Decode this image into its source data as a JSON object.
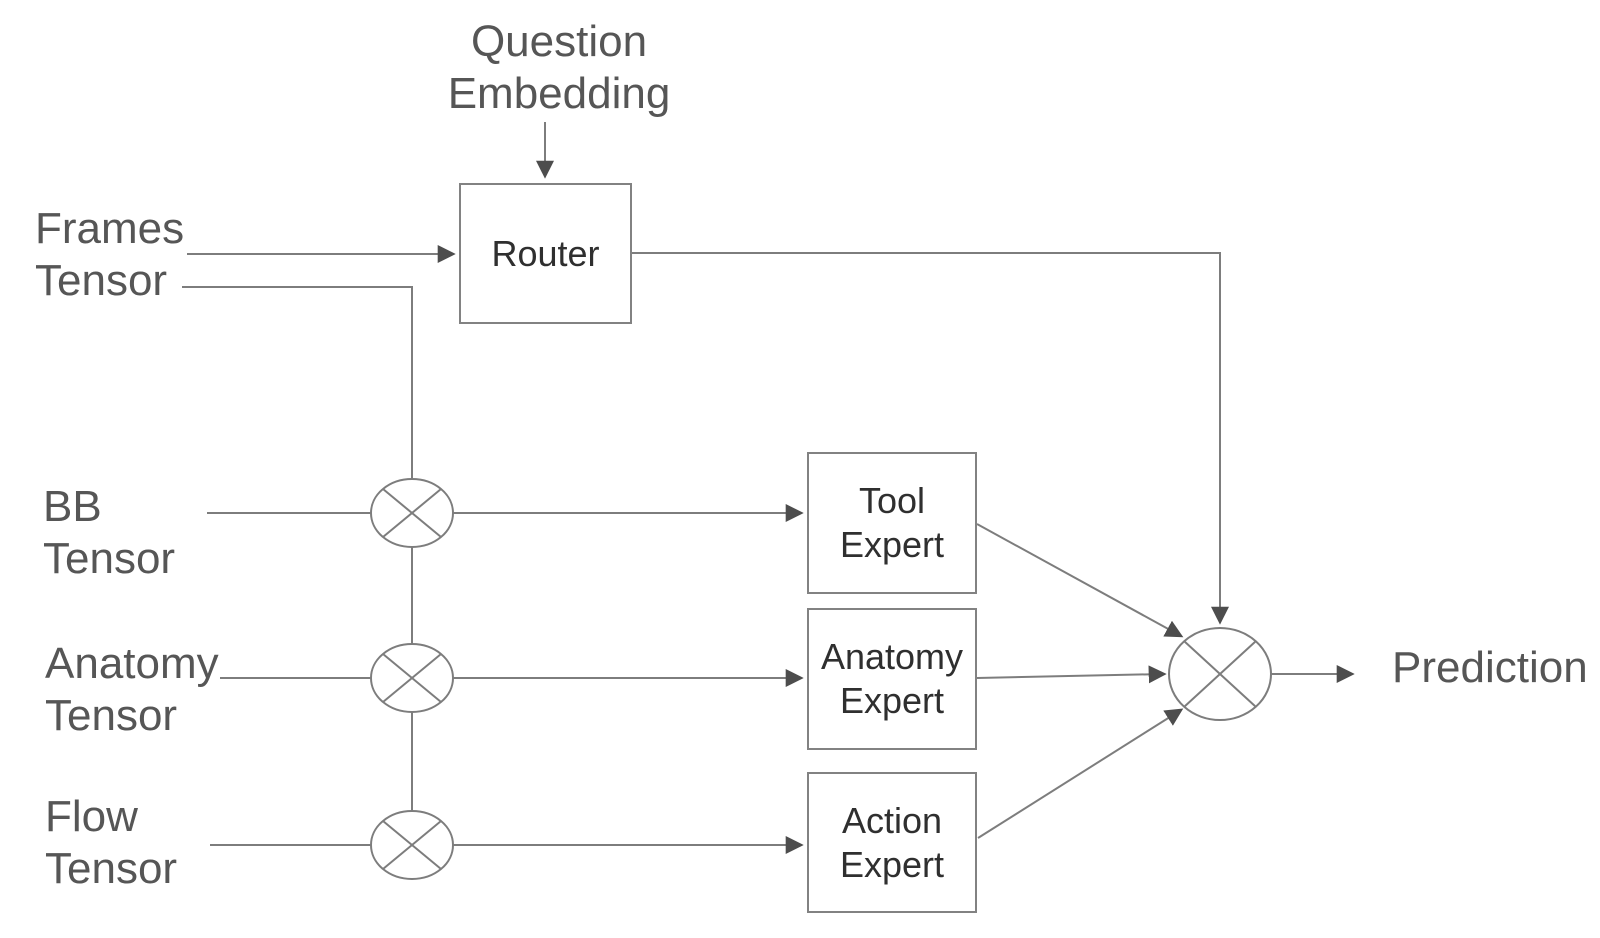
{
  "diagram": {
    "background": "#ffffff",
    "line_color": "#7d7d7d",
    "arrow_color": "#4d4d4d",
    "box_border_color": "#828282",
    "box_text_color": "#2f2f2f",
    "label_text_color": "#565656",
    "labels": {
      "question_embedding": "Question\nEmbedding",
      "frames_tensor": "Frames\nTensor",
      "bb_tensor": "BB\nTensor",
      "anatomy_tensor": "Anatomy\nTensor",
      "flow_tensor": "Flow\nTensor",
      "prediction": "Prediction"
    },
    "nodes": {
      "router": {
        "label": "Router"
      },
      "tool_expert": {
        "label": "Tool\nExpert"
      },
      "anatomy_expert": {
        "label": "Anatomy\nExpert"
      },
      "action_expert": {
        "label": "Action\nExpert"
      }
    },
    "operators": {
      "symbol": "⊗",
      "name": "tensor-product",
      "count": 4
    }
  }
}
